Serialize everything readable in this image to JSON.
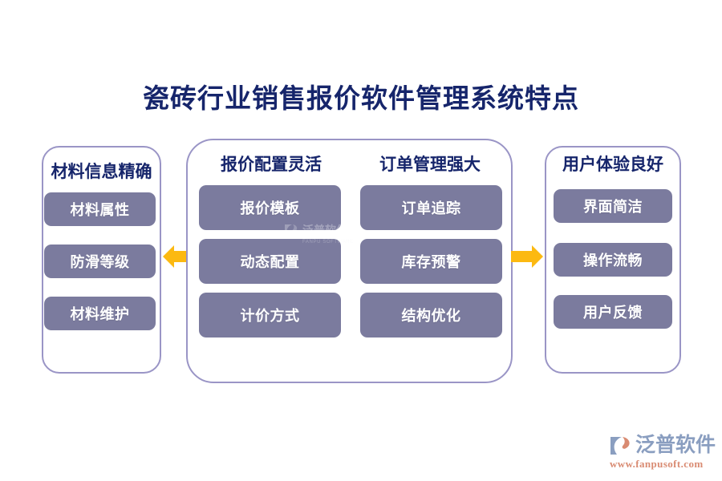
{
  "title": "瓷砖行业销售报价软件管理系统特点",
  "colors": {
    "title_text": "#16256b",
    "panel_border": "#9a95c6",
    "chip_fill": "#7b7b9e",
    "chip_text": "#ffffff",
    "arrow": "#fcb911",
    "logo_word": "#8a9ec0",
    "logo_url": "#d98b72",
    "background": "#ffffff"
  },
  "panels": {
    "left": {
      "header": "材料信息精确",
      "items": [
        "材料属性",
        "防滑等级",
        "材料维护"
      ]
    },
    "middle": {
      "columns": [
        {
          "header": "报价配置灵活",
          "items": [
            "报价模板",
            "动态配置",
            "计价方式"
          ]
        },
        {
          "header": "订单管理强大",
          "items": [
            "订单追踪",
            "库存预警",
            "结构优化"
          ]
        }
      ]
    },
    "right": {
      "header": "用户体验良好",
      "items": [
        "界面简洁",
        "操作流畅",
        "用户反馈"
      ]
    }
  },
  "arrows": {
    "left": {
      "direction": "left",
      "icon": "arrow-left-icon"
    },
    "right": {
      "direction": "right",
      "icon": "arrow-right-icon"
    }
  },
  "watermark": {
    "brand": "泛普软件",
    "subtitle": "FANPU SOFTWARE"
  },
  "logo": {
    "brand": "泛普软件",
    "url": "www.fanpusoft.com"
  }
}
